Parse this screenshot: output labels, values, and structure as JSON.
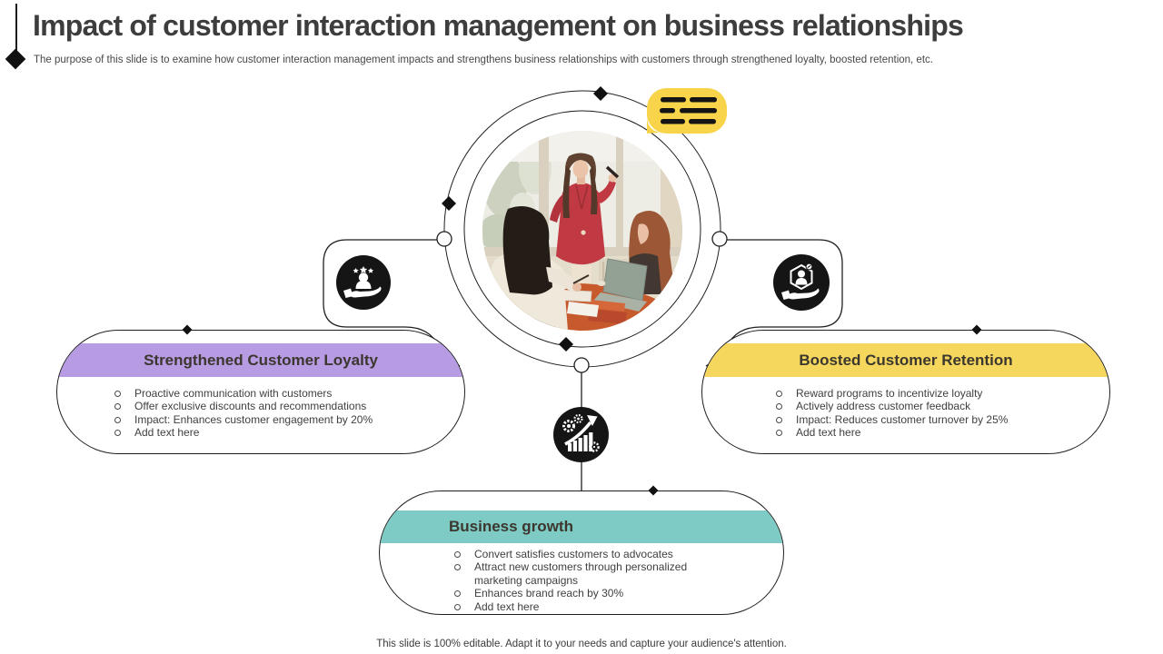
{
  "slide": {
    "title": "Impact of customer interaction management on business relationships",
    "subtitle": "The purpose of this slide is to examine how customer interaction management impacts and strengthens business relationships with customers through strengthened loyalty, boosted retention, etc.",
    "footer": "This slide is 100% editable. Adapt it to your needs and capture your audience's attention."
  },
  "colors": {
    "loyalty_band": "#b79be3",
    "retention_band": "#f5d75e",
    "growth_band": "#7ecbc5",
    "badge_yellow": "#f8d44a",
    "outline": "#1f1f1f",
    "icon_black": "#151515"
  },
  "boxes": {
    "loyalty": {
      "title": "Strengthened Customer Loyalty",
      "bullets": [
        "Proactive communication with customers",
        "Offer exclusive discounts and recommendations",
        "Impact: Enhances customer engagement by 20%",
        "Add text here"
      ]
    },
    "retention": {
      "title": "Boosted Customer Retention",
      "bullets": [
        "Reward programs to incentivize loyalty",
        "Actively address customer feedback",
        "Impact: Reduces customer turnover by 25%",
        "Add text here"
      ]
    },
    "growth": {
      "title": "Business growth",
      "bullets": [
        "Convert satisfies customers to advocates",
        "Attract new customers through personalized marketing campaigns",
        "Enhances brand reach by 30%",
        "Add text here"
      ]
    }
  },
  "icons": {
    "badge": "list-lines-icon",
    "loyalty": "customer-on-hand-icon",
    "retention": "customer-in-hexagon-on-hand-icon",
    "growth": "growth-chart-gears-icon",
    "photo": "team-meeting-photo"
  }
}
